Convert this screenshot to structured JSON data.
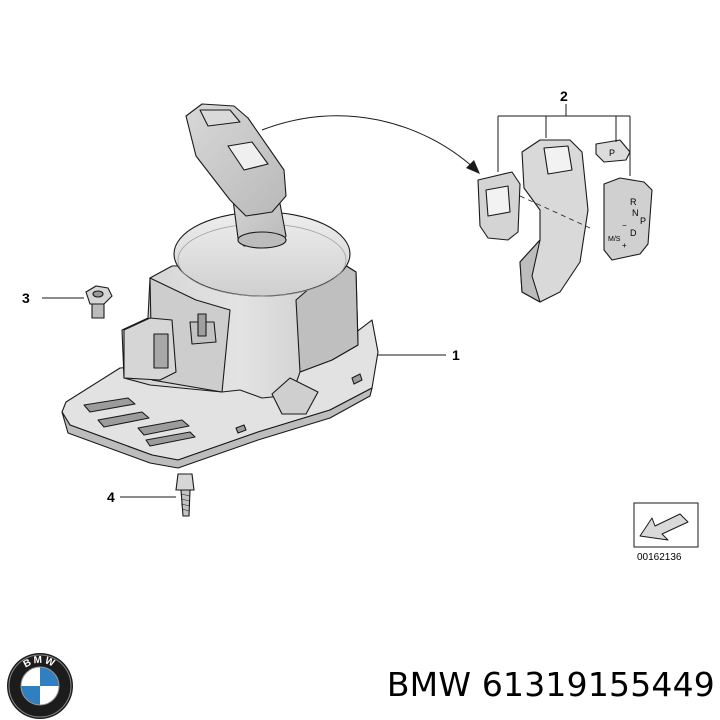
{
  "callouts": {
    "c1": "1",
    "c2": "2",
    "c3": "3",
    "c4": "4"
  },
  "knob_markings": {
    "r": "R",
    "n": "N",
    "d": "D",
    "p": "P",
    "ms": "M/S",
    "minus": "−",
    "plus": "+",
    "p_button": "P"
  },
  "reference_number": "00162136",
  "part_label": "BMW 61319155449",
  "logo_letters": "BMW",
  "colors": {
    "line": "#1a1a1a",
    "part_fill": "#d9d9d9",
    "part_light": "#ececec",
    "part_dark": "#a9a9a9",
    "logo_blue": "#2f7fc1",
    "logo_ring": "#1c1c1c"
  }
}
